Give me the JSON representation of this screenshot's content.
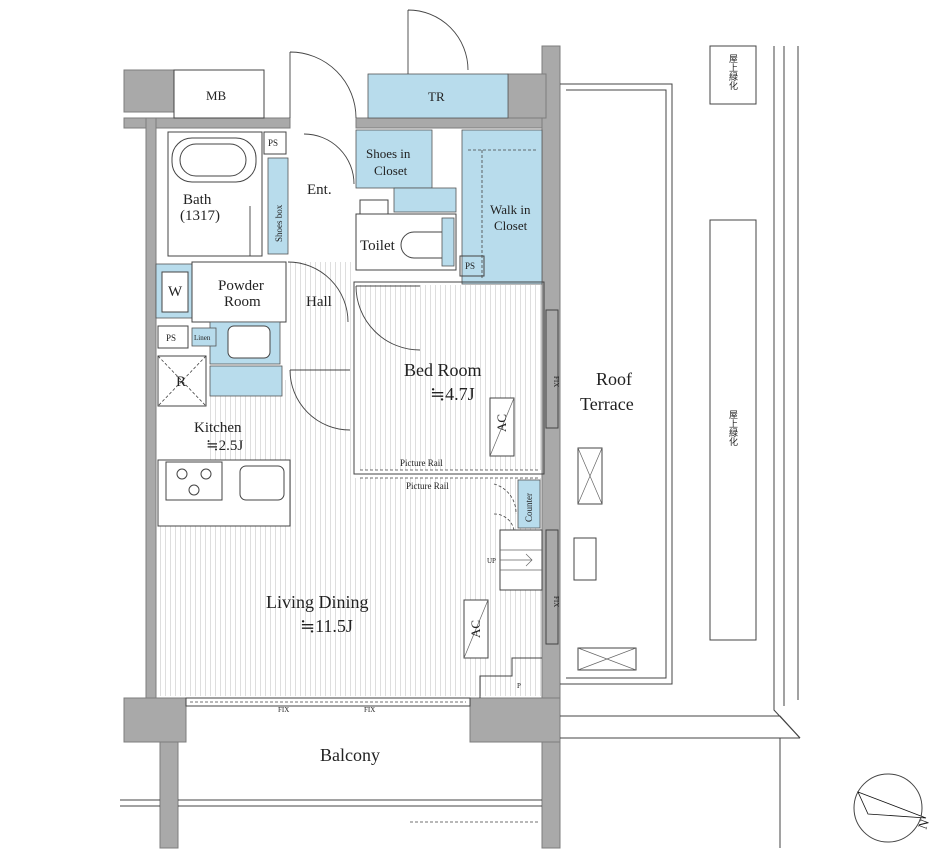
{
  "rooms": {
    "mb": "MB",
    "tr": "TR",
    "ps_top": "PS",
    "shoes_closet_l1": "Shoes in",
    "shoes_closet_l2": "Closet",
    "bath_l1": "Bath",
    "bath_l2": "(1317)",
    "shoes_box": "Shoes box",
    "ent": "Ent.",
    "walk_closet_l1": "Walk in",
    "walk_closet_l2": "Closet",
    "toilet": "Toilet",
    "ps_toilet": "PS",
    "washer": "W",
    "powder_l1": "Powder",
    "powder_l2": "Room",
    "hall": "Hall",
    "ps_mid": "PS",
    "linen": "Linen",
    "fridge": "R",
    "bedroom_name": "Bed Room",
    "bedroom_area": "≒4.7J",
    "kitchen_name": "Kitchen",
    "kitchen_area": "≒2.5J",
    "ac_bed": "AC",
    "picture_rail_bed": "Picture Rail",
    "picture_rail_living": "Picture Rail",
    "counter": "Counter",
    "up": "UP",
    "living_name": "Living Dining",
    "living_area": "≒11.5J",
    "ac_living": "AC",
    "fix_bed": "FIX",
    "fix_living_side": "FIX",
    "fix_bottom_1": "FIX",
    "fix_bottom_2": "FIX",
    "p": "P",
    "roof_l1": "Roof",
    "roof_l2": "Terrace",
    "balcony": "Balcony",
    "greenery_top": "屋上緑化",
    "greenery_side": "屋上緑化",
    "north": "N"
  },
  "colors": {
    "storage_blue": "#b8dcec",
    "wall_gray": "#a9a9a9"
  }
}
